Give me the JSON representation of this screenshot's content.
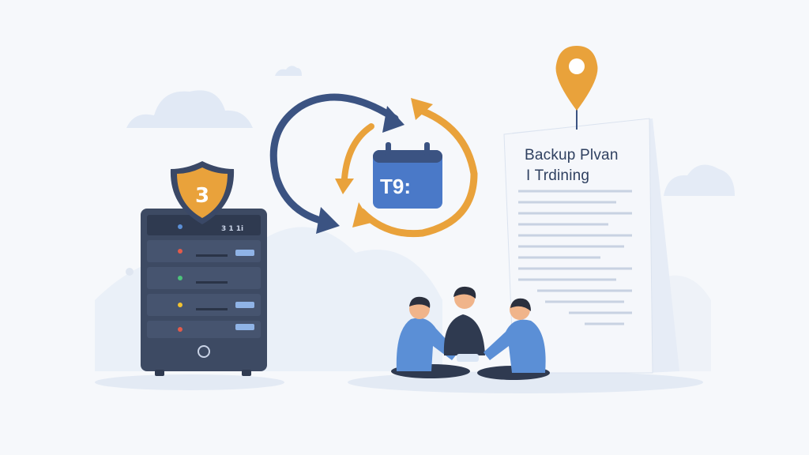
{
  "document": {
    "title_line1": "Backup Plvan",
    "title_line2": "I Trdining"
  },
  "calendar": {
    "label": "T9:"
  },
  "server": {
    "top_label": "3 1 1i",
    "shield_glyph": "3"
  },
  "colors": {
    "navy": "#3b5382",
    "orange": "#e9a23b",
    "server_body": "#3d4a63",
    "person_shirt": "#5b8fd6",
    "calendar_blue": "#4a79c8"
  },
  "icons": [
    "shield-icon",
    "sync-arrows-icon",
    "calendar-icon",
    "location-pin-icon",
    "document-icon",
    "server-rack-icon",
    "cloud-icon"
  ]
}
